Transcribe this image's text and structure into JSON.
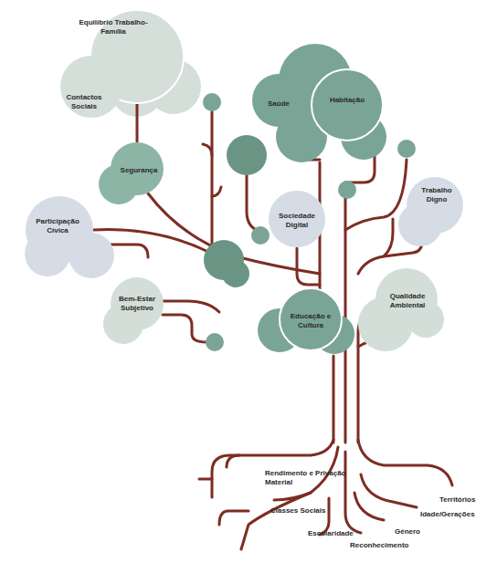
{
  "diagram": {
    "nodes": [
      {
        "text": [
          "Equilíbrio Trabalho-Família"
        ]
      },
      {
        "text": [
          "Contactos Sociais"
        ]
      },
      {
        "text": [
          "Saúde"
        ]
      },
      {
        "text": [
          "Habitação"
        ]
      },
      {
        "text": [
          "Segurança"
        ]
      },
      {
        "text": [
          "Trabalho Digno"
        ]
      },
      {
        "text": [
          "Sociedade Digital"
        ]
      },
      {
        "text": [
          "Participação Cívica"
        ]
      },
      {
        "text": [
          "Bem-Estar Subjetivo"
        ]
      },
      {
        "text": [
          "Qualidade Ambiental"
        ]
      },
      {
        "text": [
          "Educação e Cultura"
        ]
      }
    ],
    "edges": [
      {
        "from": 4,
        "to": 0,
        "arrow": "none"
      }
    ],
    "labels": [
      "Rendimento e Privação Material",
      "Classes Sociais",
      "Escolaridade",
      "Reconhecimento",
      "Género",
      "Idade/Gerações",
      "Territórios"
    ]
  }
}
